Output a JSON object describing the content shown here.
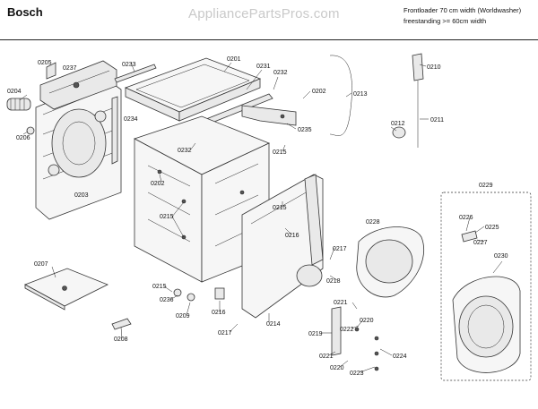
{
  "header": {
    "brand": "Bosch",
    "watermark": "AppliancePartsPros.com",
    "note_line1": "Frontloader 70 cm width (Worldwasher)",
    "note_line2": "freestanding >= 60cm width"
  },
  "labels": {
    "p0205": "0205",
    "p0237": "0237",
    "p0233": "0233",
    "p0201": "0201",
    "p0231": "0231",
    "p0232a": "0232",
    "p0202a": "0202",
    "p0213": "0213",
    "p0210": "0210",
    "p0204": "0204",
    "p0206": "0206",
    "p0234": "0234",
    "p0212": "0212",
    "p0211": "0211",
    "p0235": "0235",
    "p0232b": "0232",
    "p0215a": "0215",
    "p0202b": "0202",
    "p0203": "0203",
    "p0215b": "0215",
    "p0215c": "0215",
    "p0216a": "0216",
    "p0229": "0229",
    "p0228": "0228",
    "p0226": "0226",
    "p0225": "0225",
    "p0227": "0227",
    "p0217a": "0217",
    "p0207": "0207",
    "p0230": "0230",
    "p0218": "0218",
    "p0215d": "0215",
    "p0236": "0236",
    "p0209": "0209",
    "p0216b": "0216",
    "p0214": "0214",
    "p0221a": "0221",
    "p0220a": "0220",
    "p0217b": "0217",
    "p0219": "0219",
    "p0222": "0222",
    "p0208": "0208",
    "p0221b": "0221",
    "p0224": "0224",
    "p0220b": "0220",
    "p0223": "0223"
  }
}
